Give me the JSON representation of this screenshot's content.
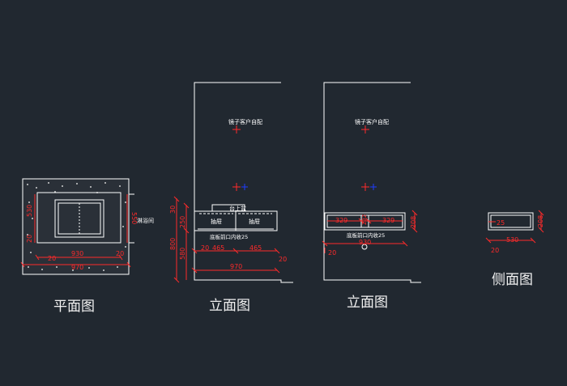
{
  "colors": {
    "background": "#212830",
    "lines": "#ffffff",
    "dimensions": "#ff2a2a",
    "centerMark": "#1e3cff"
  },
  "views": {
    "plan": {
      "title": "平面图",
      "room_label": "淋浴间",
      "dims": {
        "bottom_inner": "930",
        "bottom_outer": "970",
        "left_offset": "20",
        "right_offset": "20",
        "left_depth": "530",
        "left_small": "20",
        "right_height": "550"
      }
    },
    "front1": {
      "title": "立面图",
      "mirror_note": "镜子客户自配",
      "basin_label": "台上盆",
      "drawer_left": "抽屉",
      "drawer_right": "抽屉",
      "note": "底板前口内收25",
      "dims": {
        "top_small": "30",
        "cabinet_height": "250",
        "total_height": "800",
        "leg_height": "580",
        "left_offset": "20",
        "half_left": "465",
        "half_right": "465",
        "right_offset": "20",
        "total_width": "970"
      }
    },
    "front2": {
      "title": "立面图",
      "mirror_note": "镜子客户自配",
      "note": "底板前口内收25",
      "dims": {
        "left_drawer": "329",
        "center_drawer": "232",
        "right_drawer": "329",
        "right_height": "208",
        "width": "930",
        "left_offset": "20"
      }
    },
    "side": {
      "title": "侧面图",
      "dims": {
        "inset": "25",
        "height": "208",
        "depth": "530",
        "offset": "20"
      }
    }
  }
}
